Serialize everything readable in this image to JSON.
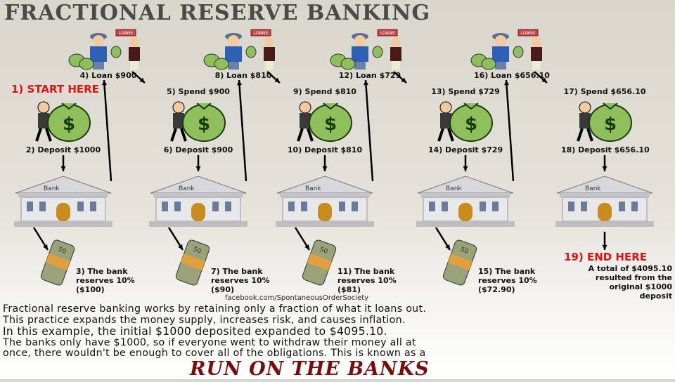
{
  "title": "FRACTIONAL RESERVE BANKING",
  "start_label": "1) START HERE",
  "end_label": "19) END HERE",
  "end_note": [
    "A total of $4095.10",
    "resulted from the",
    "original $1000",
    "deposit"
  ],
  "bank_sign": "Bank",
  "loan_sign": "LOANS",
  "loans": [
    "4) Loan $900",
    "8) Loan $810",
    "12) Loan $729",
    "16) Loan $656.10"
  ],
  "spends": [
    "5) Spend $900",
    "9) Spend $810",
    "13) Spend $729",
    "17) Spend $656.10"
  ],
  "deposits": [
    "2) Deposit $1000",
    "6) Deposit $900",
    "10) Deposit $810",
    "14) Deposit $729",
    "18) Deposit $656.10"
  ],
  "reserves": [
    [
      "3) The bank",
      "reserves 10%",
      "($100)"
    ],
    [
      "7) The bank",
      "reserves 10%",
      "($90)"
    ],
    [
      "11) The bank",
      "reserves 10%",
      "($81)"
    ],
    [
      "15) The bank",
      "reserves 10%",
      "($72.90)"
    ]
  ],
  "credit": "facebook.com/SpontaneousOrderSociety",
  "paragraph": [
    "Fractional reserve banking works by retaining only a fraction of what it loans out.",
    "This practice expands the money supply, increases risk, and causes inflation.",
    "In this example, the initial $1000 deposited expanded to $4095.10.",
    "The banks only have $1000, so if everyone went to withdraw their money all at",
    "once, there wouldn't be enough to cover all of the obligations. This is known as a"
  ],
  "headline": "RUN ON THE BANKS",
  "colors": {
    "accent_red": "#e01010",
    "headline": "#7a0b0b",
    "money": "#8fbf5a",
    "bank": "#e8e8ea"
  }
}
